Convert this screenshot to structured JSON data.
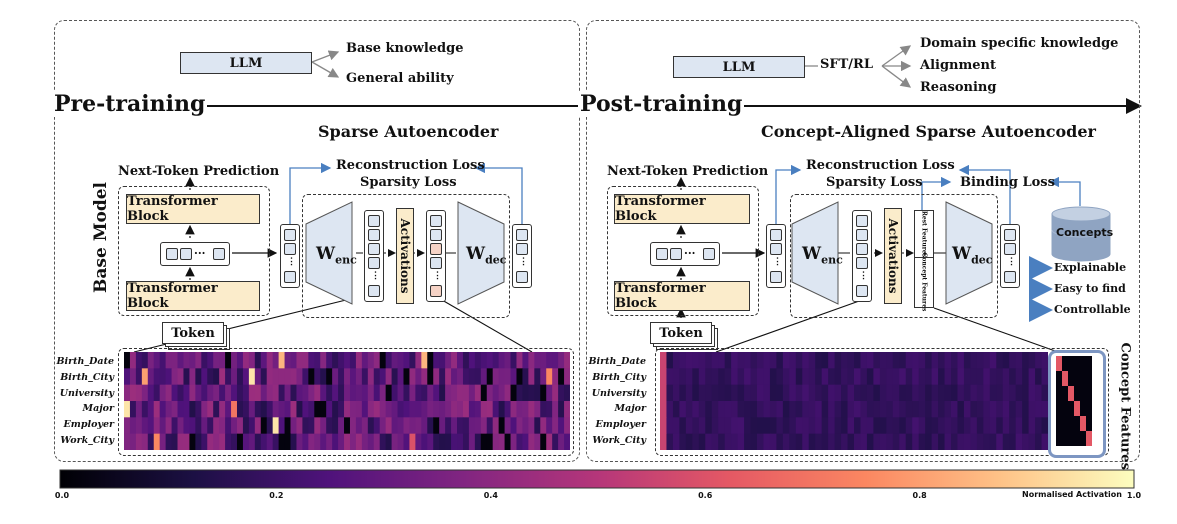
{
  "pretraining": {
    "phase_label": "Pre-training",
    "llm_label": "LLM",
    "outcomes": [
      "Base knowledge",
      "General ability"
    ],
    "section_title": "Sparse Autoencoder",
    "next_token": "Next-Token Prediction",
    "recon_loss": "Reconstruction Loss",
    "sparsity_loss": "Sparsity Loss",
    "base_model": "Base Model",
    "transformer_block": "Transformer Block",
    "token": "Token",
    "w_enc": "W",
    "w_enc_sub": "enc",
    "activations": "Activations",
    "w_dec": "W",
    "w_dec_sub": "dec",
    "dots": "..."
  },
  "posttraining": {
    "phase_label": "Post-training",
    "llm_label": "LLM",
    "method": "SFT/RL",
    "outcomes": [
      "Domain specific knowledge",
      "Alignment",
      "Reasoning"
    ],
    "section_title": "Concept-Aligned Sparse Autoencoder",
    "next_token": "Next-Token Prediction",
    "recon_loss": "Reconstruction Loss",
    "sparsity_loss": "Sparsity Loss",
    "binding_loss": "Binding Loss",
    "transformer_block": "Transformer Block",
    "token": "Token",
    "w_enc": "W",
    "w_enc_sub": "enc",
    "activations": "Activations",
    "rest_features": "Rest Features",
    "concept_features_small": "Concept Features",
    "w_dec": "W",
    "w_dec_sub": "dec",
    "concepts_db": "Concepts",
    "properties": [
      "Explainable",
      "Easy to find",
      "Controllable"
    ],
    "concept_features_label": "Concept Features"
  },
  "heatmap_rows": [
    "Birth_Date",
    "Birth_City",
    "University",
    "Major",
    "Employer",
    "Work_City"
  ],
  "colorbar": {
    "ticks": [
      "0.0",
      "0.2",
      "0.4",
      "0.6",
      "0.8",
      "1.0"
    ],
    "label": "Normalised Activation"
  },
  "colors": {
    "llm_fill": "#dde6f2",
    "block_fill": "#fbeccb",
    "arrow_blue": "#4a7fc0",
    "cmap": [
      "#000004",
      "#1c1044",
      "#4f127b",
      "#812581",
      "#b5367a",
      "#e55964",
      "#fb8761",
      "#fec287",
      "#fcfdbf"
    ]
  }
}
